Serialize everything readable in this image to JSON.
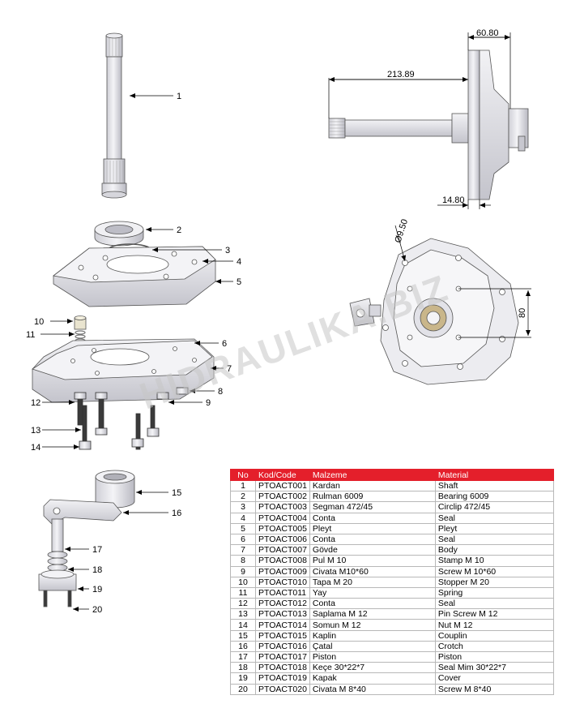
{
  "watermark": "HIDRAULIKA.BIZ",
  "dimensions": {
    "total_length": "213.89",
    "flange_width": "60.80",
    "plate_thickness": "14.80",
    "hole_diameter": "Ø9.50",
    "hole_spacing": "80"
  },
  "callouts": [
    "1",
    "2",
    "3",
    "4",
    "5",
    "6",
    "7",
    "8",
    "9",
    "10",
    "11",
    "12",
    "13",
    "14",
    "15",
    "16",
    "17",
    "18",
    "19",
    "20"
  ],
  "table": {
    "headers": {
      "no": "No",
      "code": "Kod/Code",
      "malzeme": "Malzeme",
      "material": "Material"
    },
    "rows": [
      {
        "no": "1",
        "code": "PTOACT001",
        "malzeme": "Kardan",
        "material": "Shaft"
      },
      {
        "no": "2",
        "code": "PTOACT002",
        "malzeme": "Rulman 6009",
        "material": "Bearing 6009"
      },
      {
        "no": "3",
        "code": "PTOACT003",
        "malzeme": "Segman 472/45",
        "material": "Circlip 472/45"
      },
      {
        "no": "4",
        "code": "PTOACT004",
        "malzeme": "Conta",
        "material": "Seal"
      },
      {
        "no": "5",
        "code": "PTOACT005",
        "malzeme": "Pleyt",
        "material": "Pleyt"
      },
      {
        "no": "6",
        "code": "PTOACT006",
        "malzeme": "Conta",
        "material": "Seal"
      },
      {
        "no": "7",
        "code": "PTOACT007",
        "malzeme": "Gövde",
        "material": "Body"
      },
      {
        "no": "8",
        "code": "PTOACT008",
        "malzeme": "Pul M 10",
        "material": "Stamp M 10"
      },
      {
        "no": "9",
        "code": "PTOACT009",
        "malzeme": "Civata M10*60",
        "material": "Screw M 10*60"
      },
      {
        "no": "10",
        "code": "PTOACT010",
        "malzeme": "Tapa M 20",
        "material": "Stopper M 20"
      },
      {
        "no": "11",
        "code": "PTOACT011",
        "malzeme": "Yay",
        "material": "Spring"
      },
      {
        "no": "12",
        "code": "PTOACT012",
        "malzeme": "Conta",
        "material": "Seal"
      },
      {
        "no": "13",
        "code": "PTOACT013",
        "malzeme": "Saplama M 12",
        "material": "Pin Screw M 12"
      },
      {
        "no": "14",
        "code": "PTOACT014",
        "malzeme": "Somun M 12",
        "material": "Nut M 12"
      },
      {
        "no": "15",
        "code": "PTOACT015",
        "malzeme": "Kaplin",
        "material": "Couplin"
      },
      {
        "no": "16",
        "code": "PTOACT016",
        "malzeme": "Çatal",
        "material": "Crotch"
      },
      {
        "no": "17",
        "code": "PTOACT017",
        "malzeme": "Piston",
        "material": "Piston"
      },
      {
        "no": "18",
        "code": "PTOACT018",
        "malzeme": "Keçe 30*22*7",
        "material": "Seal Mim 30*22*7"
      },
      {
        "no": "19",
        "code": "PTOACT019",
        "malzeme": "Kapak",
        "material": "Cover"
      },
      {
        "no": "20",
        "code": "PTOACT020",
        "malzeme": "Civata M 8*40",
        "material": "Screw M 8*40"
      }
    ]
  }
}
